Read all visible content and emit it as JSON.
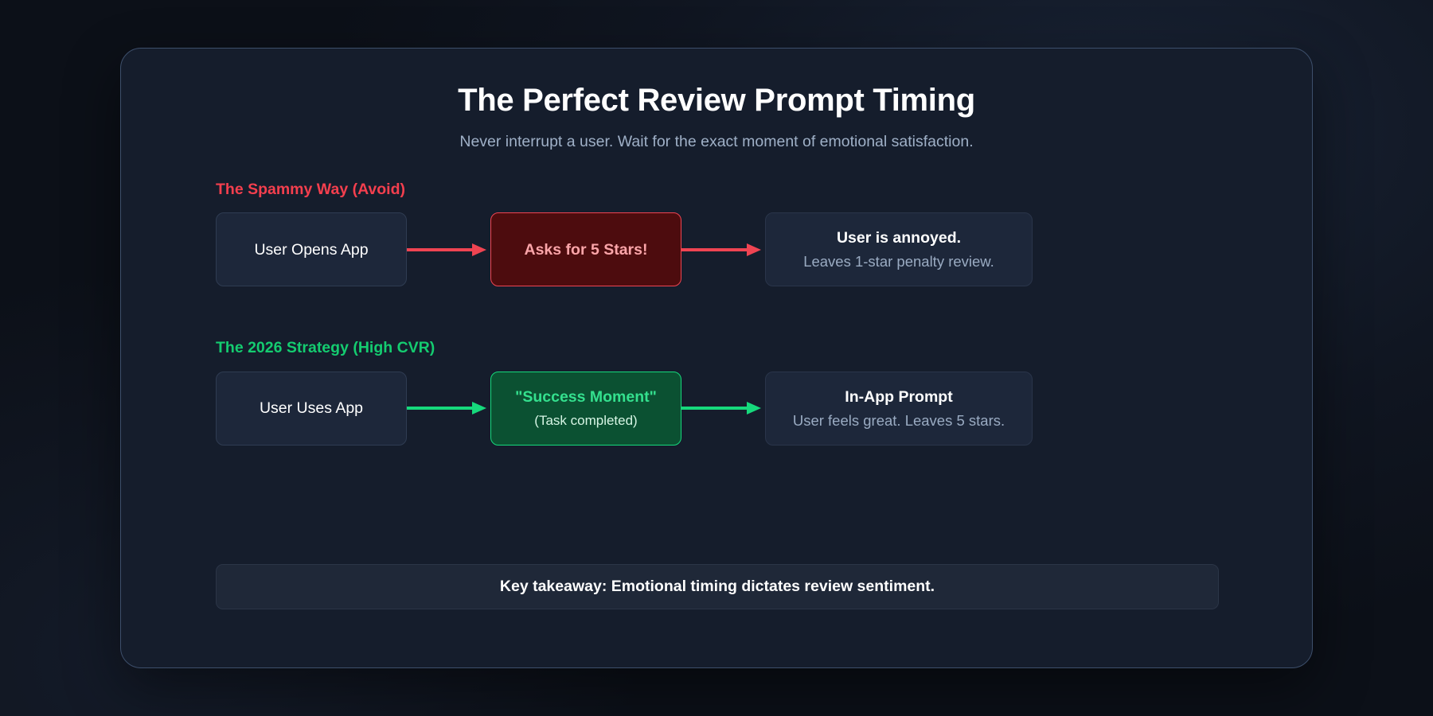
{
  "header": {
    "title": "The Perfect Review Prompt Timing",
    "subtitle": "Never interrupt a user. Wait for the exact moment of emotional satisfaction."
  },
  "colors": {
    "background": "#0c1018",
    "card_background": "#151d2c",
    "card_border": "#3d4f6b",
    "bad_accent": "#f43f4e",
    "good_accent": "#14cc70",
    "node_neutral_bg": "#1d273a",
    "bad_node_bg": "#4d0c0e",
    "bad_node_border": "#ef4452",
    "bad_node_text": "#fca5a9",
    "good_node_bg": "#0b5132",
    "good_node_border": "#16d97c",
    "good_node_text": "#34e08e",
    "muted_text": "#9aabc2",
    "title_text": "#ffffff"
  },
  "sections": [
    {
      "id": "spammy",
      "label": "The Spammy Way (Avoid)",
      "tone": "bad",
      "arrow_color": "#ef4452",
      "steps": {
        "start": {
          "title": "User Opens App"
        },
        "middle": {
          "title": "Asks for 5 Stars!",
          "sub": ""
        },
        "result": {
          "title": "User is annoyed.",
          "sub": "Leaves 1-star penalty review."
        }
      }
    },
    {
      "id": "strategy",
      "label": "The 2026 Strategy (High CVR)",
      "tone": "good",
      "arrow_color": "#16d97c",
      "steps": {
        "start": {
          "title": "User Uses App"
        },
        "middle": {
          "title": "\"Success Moment\"",
          "sub": "(Task completed)"
        },
        "result": {
          "title": "In-App Prompt",
          "sub": "User feels great. Leaves 5 stars."
        }
      }
    }
  ],
  "takeaway": {
    "text": "Key takeaway: Emotional timing dictates review sentiment."
  }
}
